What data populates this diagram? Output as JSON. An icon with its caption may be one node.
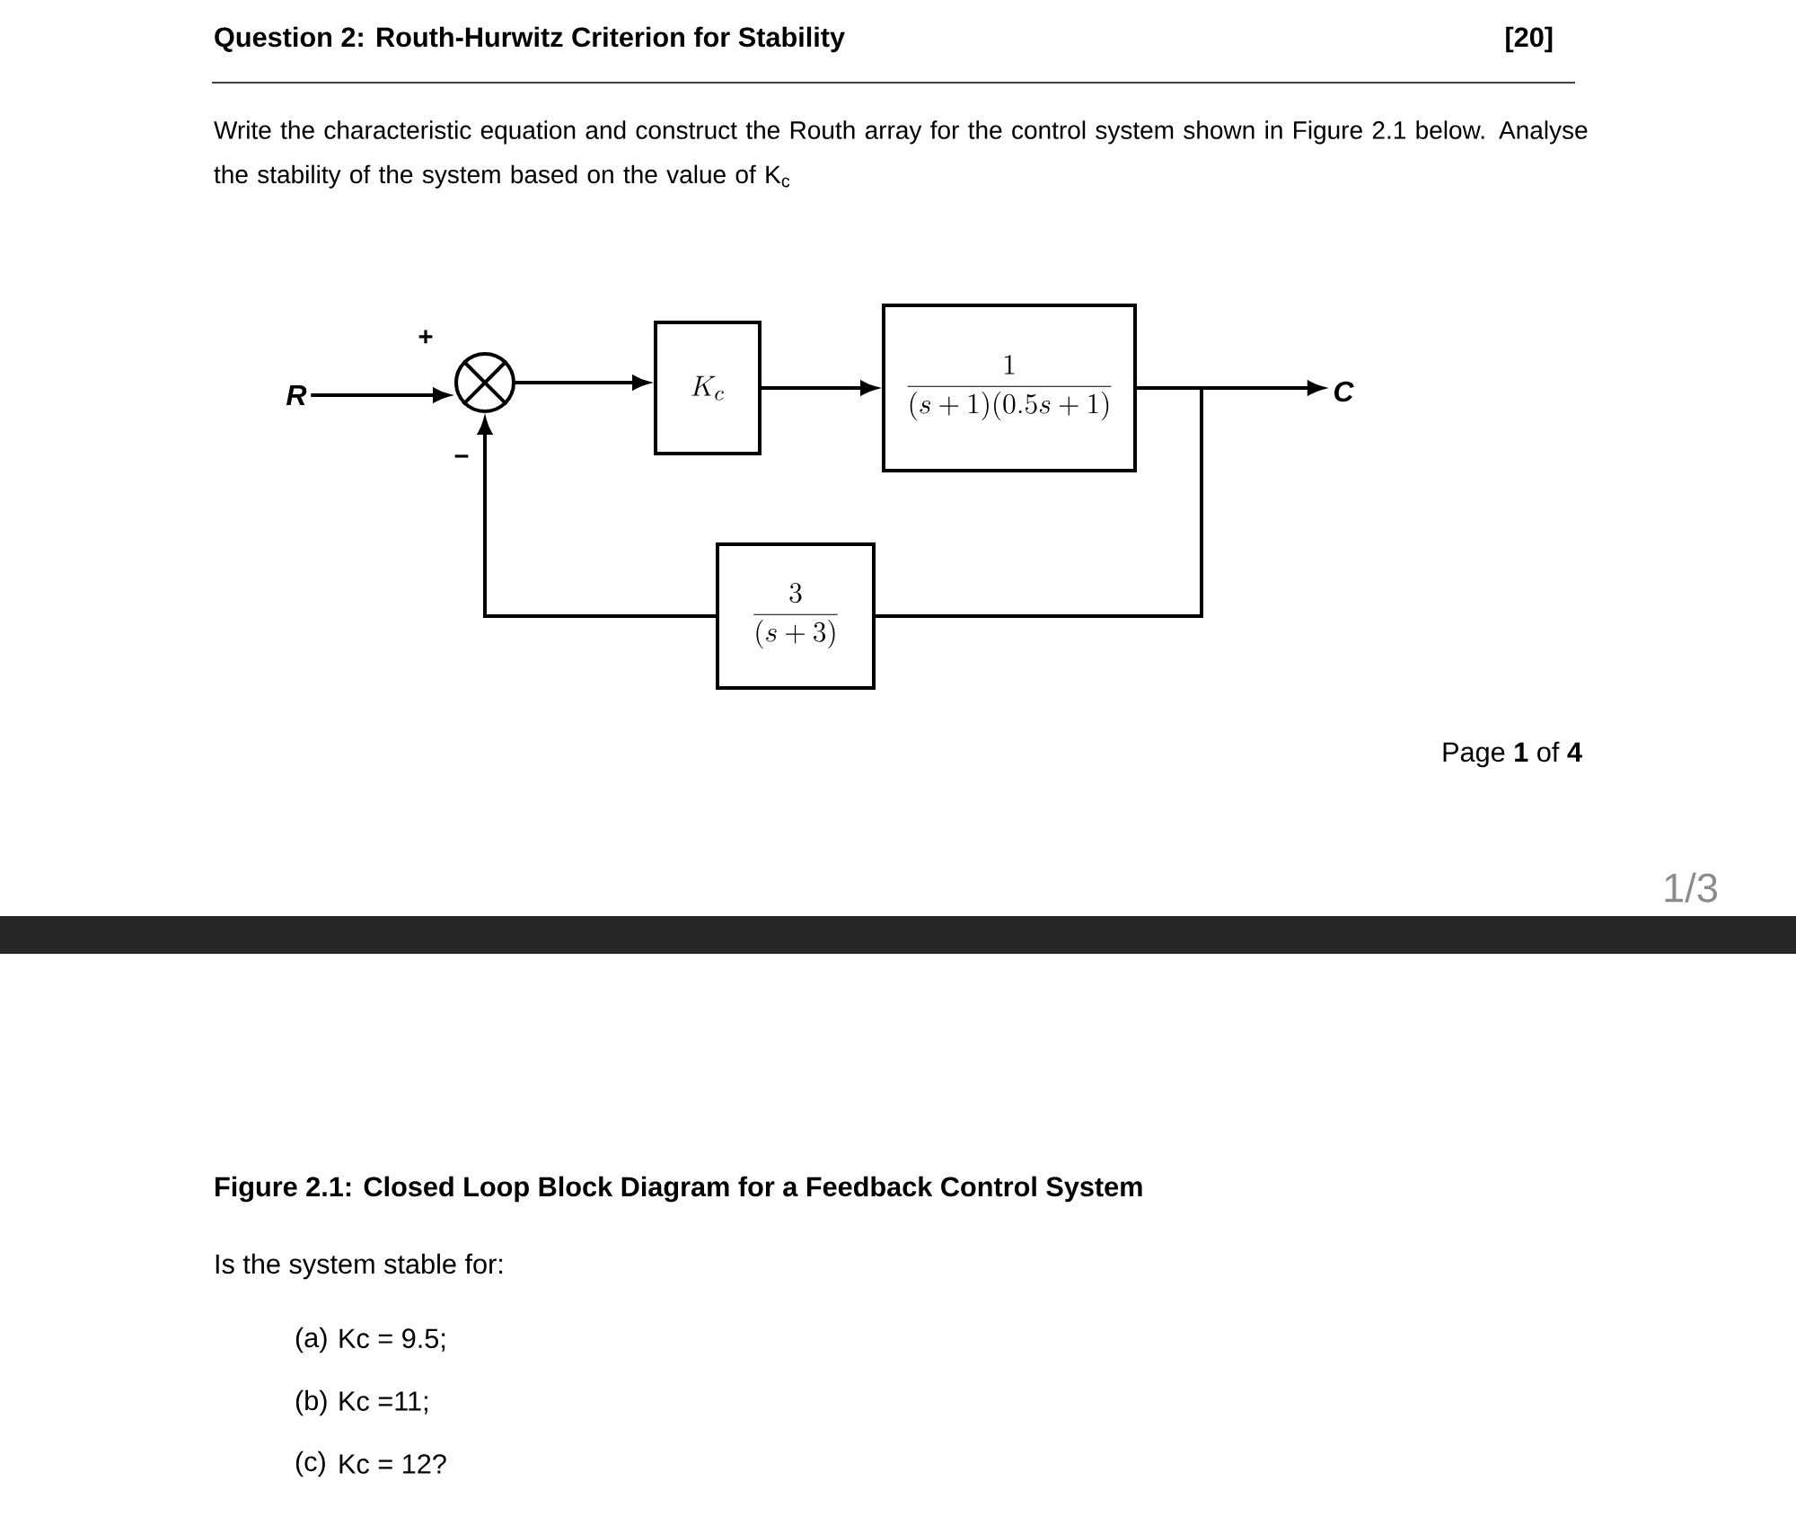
{
  "diagram": {
    "title": "Question 2: Routh-Hurwitz Criterion for Stability",
    "caption": "Figure 2.1: Closed Loop Block Diagram for a Feedback Control System",
    "nodes": [
      {
        "text": [
          "R"
        ]
      },
      {
        "text": [],
        "shape": "circle"
      },
      {
        "text": [
          "K_{c}"
        ]
      },
      {
        "text": [
          "\\frac{1}{(s+1)(0.5s+1)}"
        ]
      },
      {
        "text": [
          "C"
        ]
      },
      {
        "text": [
          "\\frac{3}{(s+3)}"
        ]
      }
    ],
    "edges": [
      {
        "from": 0,
        "to": 1,
        "arrow": "to"
      },
      {
        "from": 1,
        "to": 2,
        "arrow": "to"
      },
      {
        "from": 2,
        "to": 3,
        "arrow": "to"
      },
      {
        "from": 3,
        "to": 4,
        "arrow": "to"
      },
      {
        "from": 3,
        "to": 5,
        "arrow": "none"
      },
      {
        "from": 5,
        "to": 1,
        "arrow": "to"
      }
    ],
    "labels": [
      "+",
      "−",
      "[20]",
      "Write the characteristic equation and construct the Routh array for the control system shown in Figure 2.1 below. Analyse the stability of the system based on the value of K$_{c}$",
      "Page **1** of **4**",
      "1/3",
      "Is the system stable for:",
      "(a)",
      "Kc = 9.5;",
      "(b)",
      "Kc =11;",
      "(c)",
      "Kc = 12?"
    ]
  }
}
